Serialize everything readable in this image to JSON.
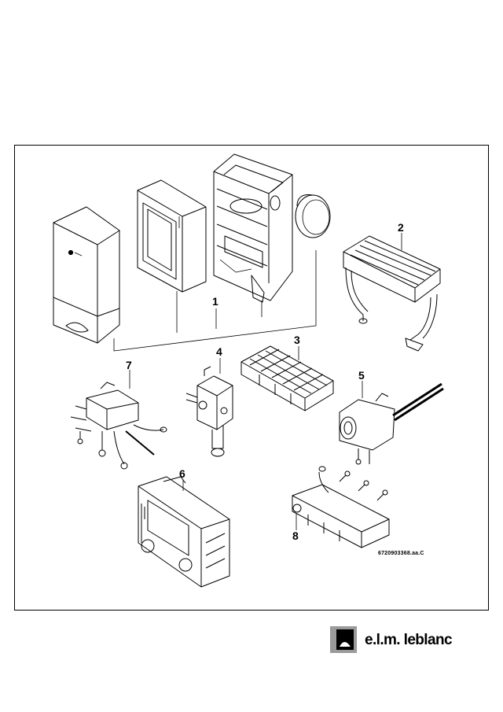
{
  "callouts": [
    "1",
    "2",
    "3",
    "4",
    "5",
    "6",
    "7",
    "8"
  ],
  "reference_code": "6720903368.aa.C",
  "brand": {
    "name": "e.l.m. leblanc"
  },
  "colors": {
    "ink": "#000000",
    "paper": "#ffffff",
    "shade": "#9a9a9a"
  }
}
